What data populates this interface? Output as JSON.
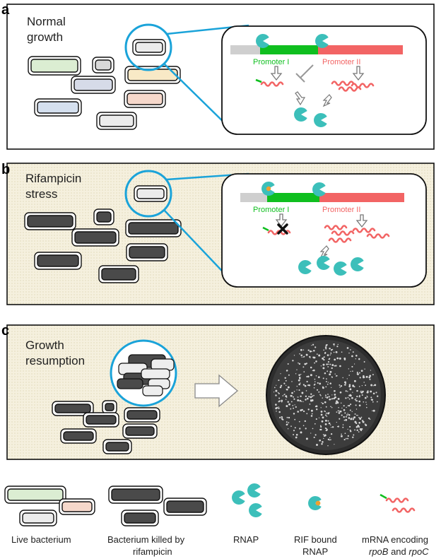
{
  "panels": {
    "a": {
      "letter": "a",
      "title_line1": "Normal",
      "title_line2": "growth",
      "promoter1": "Promoter I",
      "promoter2": "Promoter II"
    },
    "b": {
      "letter": "b",
      "title_line1": "Rifampicin",
      "title_line2": "stress",
      "promoter1": "Promoter I",
      "promoter2": "Promoter II"
    },
    "c": {
      "letter": "c",
      "title_line1": "Growth",
      "title_line2": "resumption"
    }
  },
  "legend": {
    "live_bacterium": "Live bacterium",
    "killed_line1": "Bacterium killed by",
    "killed_line2": "rifampicin",
    "rnap": "RNAP",
    "rif_line1": "RIF bound",
    "rif_line2": "RNAP",
    "mrna_line1": "mRNA encoding",
    "mrna_gene1": "rpoB",
    "mrna_and": " and ",
    "mrna_gene2": "rpoC"
  },
  "colors": {
    "frame": "#111111",
    "zoom_blue": "#1aa3d9",
    "rnap_teal": "#3cbfba",
    "promoter_green": "#0fbf1f",
    "promoter_red": "#f26464",
    "rif_orange": "#f0a030",
    "killed_gray": "#4a4a4a",
    "stress_bg": "#f4efdc"
  }
}
